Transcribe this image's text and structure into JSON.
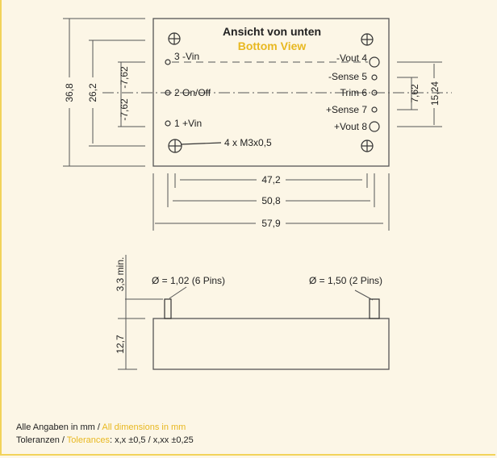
{
  "title": {
    "de": "Ansicht von unten",
    "en": "Bottom View"
  },
  "pins_left": [
    {
      "label": "3 -Vin"
    },
    {
      "label": "2 On/Off"
    },
    {
      "label": "1 +Vin"
    }
  ],
  "pins_right": [
    {
      "label": "-Vout 4"
    },
    {
      "label": "-Sense 5"
    },
    {
      "label": "Trim 6"
    },
    {
      "label": "+Sense 7"
    },
    {
      "label": "+Vout 8"
    }
  ],
  "mount_label": "4 x M3x0,5",
  "dimensions": {
    "height_total": "36,8",
    "hole_spacing_v": "26,2",
    "pin_offset_up": "-7,62",
    "pin_offset_down": "-7,62",
    "right_pitch": "7,62",
    "right_span": "15,24",
    "hole_spacing_h": "47,2",
    "pin_spacing_h": "50,8",
    "width_total": "57,9",
    "pin_length": "3,3 min.",
    "body_height": "12,7"
  },
  "pin_diameters": {
    "small": "Ø = 1,02 (6 Pins)",
    "large": "Ø = 1,50 (2 Pins)"
  },
  "footer": {
    "line1_de": "Alle Angaben in mm / ",
    "line1_en": "All dimensions in mm",
    "line2_de": "Toleranzen / ",
    "line2_en": "Tolerances",
    "line2_rest": ": x,x ±0,5 / x,xx ±0,25"
  },
  "colors": {
    "accent": "#e8b820",
    "border": "#f2d35a",
    "background": "#fcf6e6"
  }
}
